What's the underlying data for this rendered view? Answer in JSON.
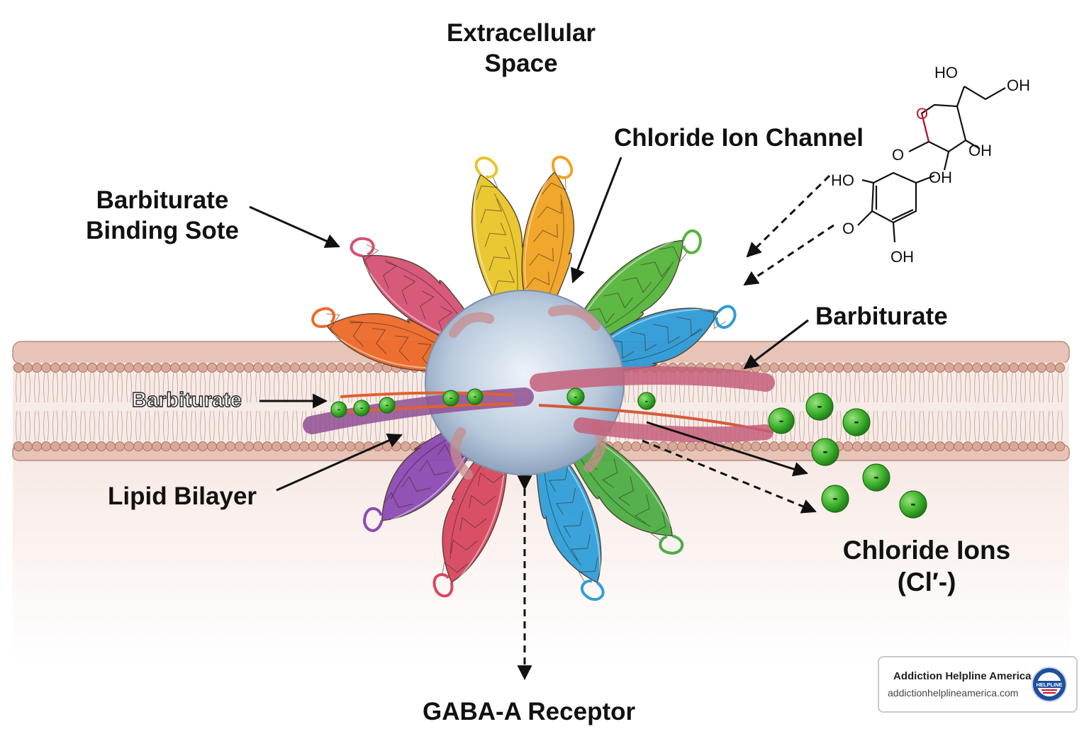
{
  "labels": {
    "extracellular": "Extracellular\nSpace",
    "chloride_channel": "Chloride Ion Channel",
    "binding_site": "Barbiturate\nBinding Sote",
    "barbiturate_right": "Barbiturate",
    "barbiturate_left": "Barbiturate",
    "lipid_bilayer": "Lipid Bilayer",
    "chloride_ions": "Chloride Ions\n(Cl′-)",
    "gaba_receptor": "GABA-A Receptor"
  },
  "molecule": {
    "atoms": [
      "HO",
      "OH",
      "O",
      "O",
      "OH",
      "OH",
      "HO",
      "O",
      "OH"
    ]
  },
  "ion_charge": "-",
  "badge": {
    "title": "Addiction Helpline America",
    "url": "addictionhelplineamerica.com",
    "seal_text": "HELPLINE"
  },
  "colors": {
    "membrane": "#e6c0b3",
    "lipid_head": "#d8a899",
    "pore": "#b6c8dc",
    "ion": "#3fb52e",
    "subunits": [
      "#e8c62a",
      "#f0a321",
      "#d55274",
      "#ee6a2a",
      "#56b53b",
      "#2e9bd8",
      "#8c4bb3",
      "#d8485f",
      "#2f9fd9",
      "#4cae44"
    ]
  }
}
